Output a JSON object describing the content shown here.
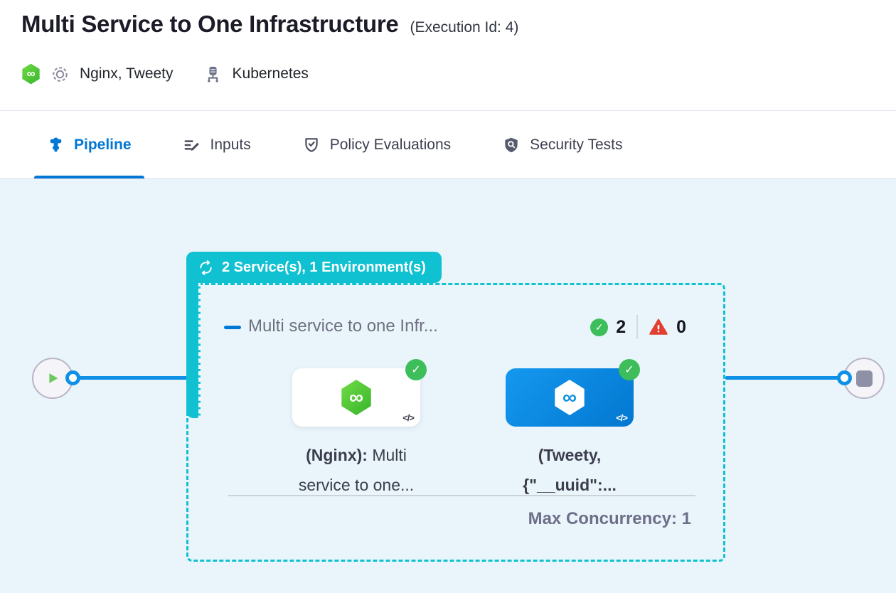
{
  "header": {
    "title": "Multi Service to One Infrastructure",
    "execution_id": "(Execution Id: 4)",
    "services": "Nginx, Tweety",
    "infrastructure": "Kubernetes"
  },
  "tabs": {
    "pipeline": "Pipeline",
    "inputs": "Inputs",
    "policy": "Policy Evaluations",
    "security": "Security Tests"
  },
  "canvas": {
    "group_badge": "2 Service(s), 1 Environment(s)",
    "stage": {
      "title": "Multi service to one Infr...",
      "success_count": "2",
      "error_count": "0",
      "max_concurrency": "Max Concurrency: 1"
    },
    "services": [
      {
        "line1_bold": "(Nginx):",
        "line1_rest": " Multi",
        "line2": "service to one...",
        "code_glyph": "</>"
      },
      {
        "line1_bold": "(Tweety,",
        "line2_bold": "{\"__uuid\":...",
        "code_glyph": "</>"
      }
    ],
    "infinity_glyph": "∞",
    "check_glyph": "✓"
  },
  "colors": {
    "teal": "#10C1D2",
    "accent_blue": "#0278D5",
    "line_blue": "#0E90E7",
    "success_green": "#3DBE5B",
    "error_red": "#E23F33",
    "card_blue": "#0B8CE4",
    "canvas_bg": "#EAF5FB"
  }
}
